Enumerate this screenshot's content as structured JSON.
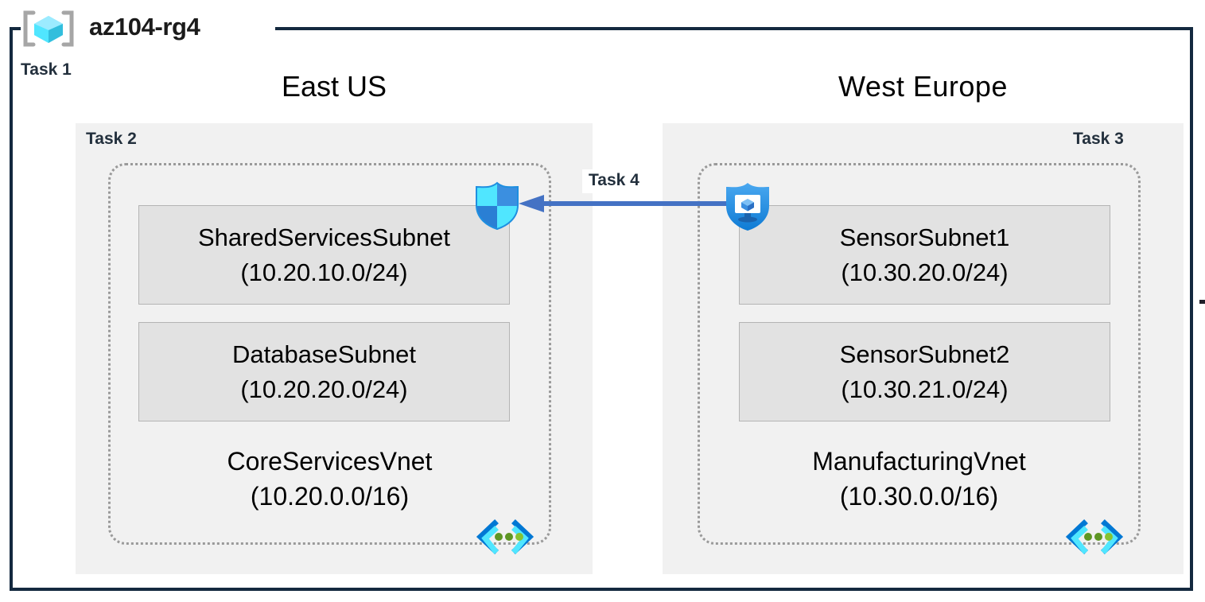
{
  "resource_group": {
    "icon": "resource-group-cube-icon",
    "title": "az104-rg4"
  },
  "tasks": [
    {
      "id": "task1",
      "label": "Task 1"
    },
    {
      "id": "task2",
      "label": "Task 2"
    },
    {
      "id": "task3",
      "label": "Task 3"
    },
    {
      "id": "task4",
      "label": "Task 4"
    }
  ],
  "regions": [
    {
      "id": "eastus",
      "title": "East US",
      "vnet": {
        "name": "CoreServicesVnet",
        "cidr": "(10.20.0.0/16)",
        "icon": "vnet-icon",
        "subnets": [
          {
            "name": "SharedServicesSubnet",
            "cidr": "(10.20.10.0/24)"
          },
          {
            "name": "DatabaseSubnet",
            "cidr": "(10.20.20.0/24)"
          }
        ]
      }
    },
    {
      "id": "westeurope",
      "title": "West Europe",
      "vnet": {
        "name": "ManufacturingVnet",
        "cidr": "(10.30.0.0/16)",
        "icon": "vnet-icon",
        "subnets": [
          {
            "name": "SensorSubnet1",
            "cidr": "(10.30.20.0/24)"
          },
          {
            "name": "SensorSubnet2",
            "cidr": "(10.30.21.0/24)"
          }
        ]
      }
    }
  ],
  "icons": {
    "nsg_shield": "network-security-group-shield-icon",
    "defender_shield": "defender-monitor-shield-icon",
    "peering_arrow": "peering-arrow-icon"
  },
  "colors": {
    "frame_border": "#14293f",
    "region_fill": "#f1f1f1",
    "subnet_fill": "#e2e2e2",
    "subnet_border": "#b4b4b4",
    "vnet_border": "#9a9a9a",
    "task_text": "#23303d",
    "arrow": "#4472c4",
    "azure_cyan": "#50e6ff",
    "azure_blue": "#0078d4"
  }
}
